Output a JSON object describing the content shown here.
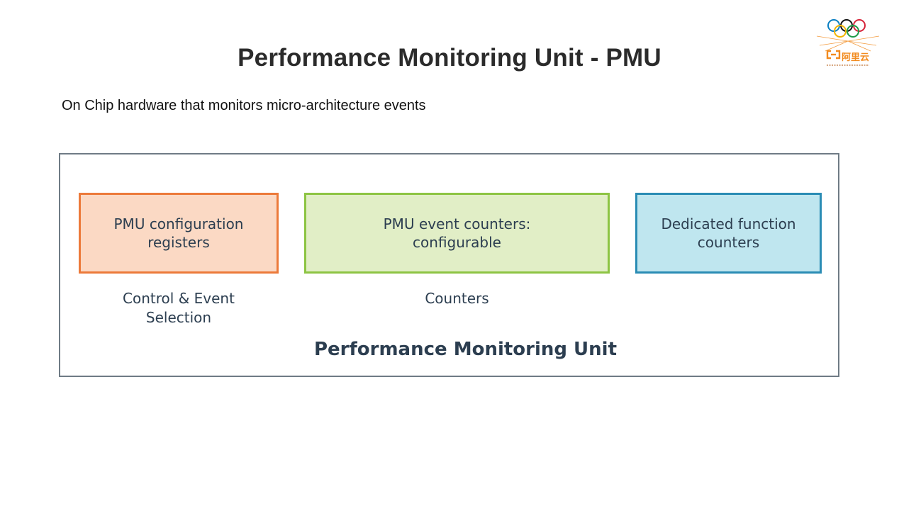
{
  "slide": {
    "title": "Performance Monitoring Unit - PMU",
    "subtitle": "On Chip hardware that monitors micro-architecture events"
  },
  "diagram": {
    "frame_label": "Performance Monitoring Unit",
    "blocks": [
      {
        "label": "PMU configuration\nregisters",
        "fill": "#fbd9c4",
        "border": "#ec7a3a"
      },
      {
        "label": "PMU event counters:\nconfigurable",
        "fill": "#e1eec6",
        "border": "#8dc443"
      },
      {
        "label": "Dedicated function\ncounters",
        "fill": "#bfe6ef",
        "border": "#2a8cb4"
      }
    ],
    "captions": [
      "Control & Event\nSelection",
      "Counters"
    ]
  },
  "logo": {
    "brand_text": "阿里云",
    "icon": "olympic-rings-icon",
    "colors": {
      "accent": "#f28b1f",
      "ring_blue": "#0a7fc2",
      "ring_black": "#111111",
      "ring_red": "#d6243a",
      "ring_yellow": "#f4b400",
      "ring_green": "#1f9a47"
    }
  }
}
